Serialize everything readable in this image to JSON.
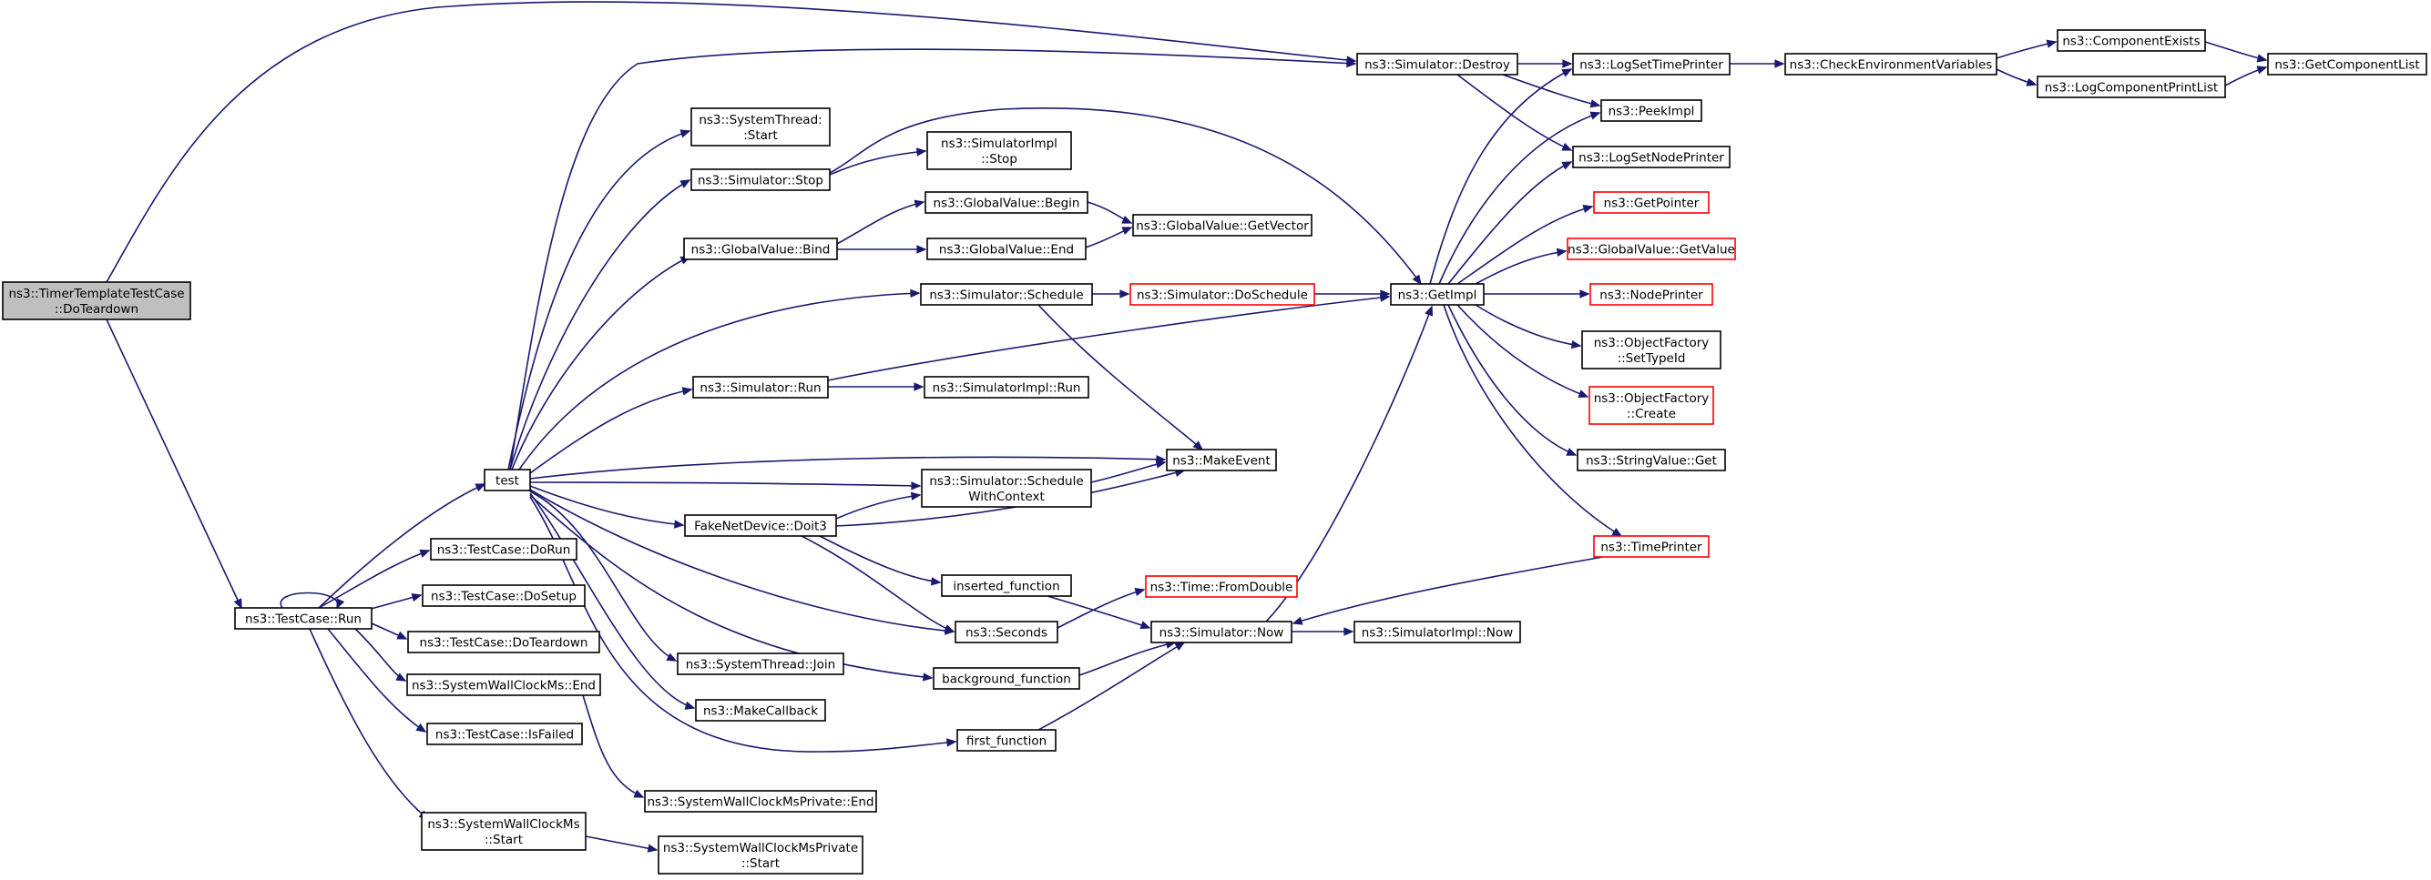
{
  "colors": {
    "edge": "#191970",
    "node_border": "#000000",
    "node_border_truncated": "#ff0000",
    "node_fill": "#ffffff",
    "root_fill": "#bfbfbf",
    "text": "#000000"
  },
  "nodes": [
    {
      "id": "root",
      "lines": [
        "ns3::TimerTemplateTestCase",
        "::DoTeardown"
      ],
      "style": "root"
    },
    {
      "id": "run",
      "lines": [
        "ns3::TestCase::Run"
      ],
      "style": "normal"
    },
    {
      "id": "test",
      "lines": [
        "test"
      ],
      "style": "normal"
    },
    {
      "id": "doRun",
      "lines": [
        "ns3::TestCase::DoRun"
      ],
      "style": "normal"
    },
    {
      "id": "doSetup",
      "lines": [
        "ns3::TestCase::DoSetup"
      ],
      "style": "normal"
    },
    {
      "id": "doTeardown",
      "lines": [
        "ns3::TestCase::DoTeardown"
      ],
      "style": "normal"
    },
    {
      "id": "swcEnd",
      "lines": [
        "ns3::SystemWallClockMs::End"
      ],
      "style": "normal"
    },
    {
      "id": "isFailed",
      "lines": [
        "ns3::TestCase::IsFailed"
      ],
      "style": "normal"
    },
    {
      "id": "swcStart",
      "lines": [
        "ns3::SystemWallClockMs",
        "::Start"
      ],
      "style": "normal"
    },
    {
      "id": "stStart",
      "lines": [
        "ns3::SystemThread:",
        ":Start"
      ],
      "style": "normal"
    },
    {
      "id": "simStop",
      "lines": [
        "ns3::Simulator::Stop"
      ],
      "style": "normal"
    },
    {
      "id": "gvBind",
      "lines": [
        "ns3::GlobalValue::Bind"
      ],
      "style": "normal"
    },
    {
      "id": "simRun",
      "lines": [
        "ns3::Simulator::Run"
      ],
      "style": "normal"
    },
    {
      "id": "fakeDoit3",
      "lines": [
        "FakeNetDevice::Doit3"
      ],
      "style": "normal"
    },
    {
      "id": "stJoin",
      "lines": [
        "ns3::SystemThread::Join"
      ],
      "style": "normal"
    },
    {
      "id": "makeCallback",
      "lines": [
        "ns3::MakeCallback"
      ],
      "style": "normal"
    },
    {
      "id": "swcpEnd",
      "lines": [
        "ns3::SystemWallClockMsPrivate::End"
      ],
      "style": "normal"
    },
    {
      "id": "swcpStart",
      "lines": [
        "ns3::SystemWallClockMsPrivate",
        "::Start"
      ],
      "style": "normal"
    },
    {
      "id": "simImplStop",
      "lines": [
        "ns3::SimulatorImpl",
        "::Stop"
      ],
      "style": "normal"
    },
    {
      "id": "gvBegin",
      "lines": [
        "ns3::GlobalValue::Begin"
      ],
      "style": "normal"
    },
    {
      "id": "gvEnd",
      "lines": [
        "ns3::GlobalValue::End"
      ],
      "style": "normal"
    },
    {
      "id": "simSchedule",
      "lines": [
        "ns3::Simulator::Schedule"
      ],
      "style": "normal"
    },
    {
      "id": "simImplRun",
      "lines": [
        "ns3::SimulatorImpl::Run"
      ],
      "style": "normal"
    },
    {
      "id": "simSchedWC",
      "lines": [
        "ns3::Simulator::Schedule",
        "WithContext"
      ],
      "style": "normal"
    },
    {
      "id": "insertedFn",
      "lines": [
        "inserted_function"
      ],
      "style": "normal"
    },
    {
      "id": "seconds",
      "lines": [
        "ns3::Seconds"
      ],
      "style": "normal"
    },
    {
      "id": "bgFn",
      "lines": [
        "background_function"
      ],
      "style": "normal"
    },
    {
      "id": "firstFn",
      "lines": [
        "first_function"
      ],
      "style": "normal"
    },
    {
      "id": "gvGetVector",
      "lines": [
        "ns3::GlobalValue::GetVector"
      ],
      "style": "normal"
    },
    {
      "id": "simDoSchedule",
      "lines": [
        "ns3::Simulator::DoSchedule"
      ],
      "style": "truncated"
    },
    {
      "id": "makeEvent",
      "lines": [
        "ns3::MakeEvent"
      ],
      "style": "normal"
    },
    {
      "id": "timeFromDouble",
      "lines": [
        "ns3::Time::FromDouble"
      ],
      "style": "truncated"
    },
    {
      "id": "simNow",
      "lines": [
        "ns3::Simulator::Now"
      ],
      "style": "normal"
    },
    {
      "id": "simDestroy",
      "lines": [
        "ns3::Simulator::Destroy"
      ],
      "style": "normal"
    },
    {
      "id": "getImpl",
      "lines": [
        "ns3::GetImpl"
      ],
      "style": "normal"
    },
    {
      "id": "simImplNow",
      "lines": [
        "ns3::SimulatorImpl::Now"
      ],
      "style": "normal"
    },
    {
      "id": "logSetTimePrinter",
      "lines": [
        "ns3::LogSetTimePrinter"
      ],
      "style": "normal"
    },
    {
      "id": "peekImpl",
      "lines": [
        "ns3::PeekImpl"
      ],
      "style": "normal"
    },
    {
      "id": "logSetNodePrinter",
      "lines": [
        "ns3::LogSetNodePrinter"
      ],
      "style": "normal"
    },
    {
      "id": "getPointer",
      "lines": [
        "ns3::GetPointer"
      ],
      "style": "truncated"
    },
    {
      "id": "gvGetValue",
      "lines": [
        "ns3::GlobalValue::GetValue"
      ],
      "style": "truncated"
    },
    {
      "id": "nodePrinter",
      "lines": [
        "ns3::NodePrinter"
      ],
      "style": "truncated"
    },
    {
      "id": "ofSetTypeId",
      "lines": [
        "ns3::ObjectFactory",
        "::SetTypeId"
      ],
      "style": "normal"
    },
    {
      "id": "ofCreate",
      "lines": [
        "ns3::ObjectFactory",
        "::Create"
      ],
      "style": "truncated"
    },
    {
      "id": "stringValueGet",
      "lines": [
        "ns3::StringValue::Get"
      ],
      "style": "normal"
    },
    {
      "id": "timePrinter",
      "lines": [
        "ns3::TimePrinter"
      ],
      "style": "truncated"
    },
    {
      "id": "checkEnvVars",
      "lines": [
        "ns3::CheckEnvironmentVariables"
      ],
      "style": "normal"
    },
    {
      "id": "componentExists",
      "lines": [
        "ns3::ComponentExists"
      ],
      "style": "normal"
    },
    {
      "id": "logCompPrintList",
      "lines": [
        "ns3::LogComponentPrintList"
      ],
      "style": "normal"
    },
    {
      "id": "getComponentList",
      "lines": [
        "ns3::GetComponentList"
      ],
      "style": "normal"
    }
  ],
  "edges": [
    {
      "from": "root",
      "to": "simDestroy"
    },
    {
      "from": "root",
      "to": "run"
    },
    {
      "from": "run",
      "to": "run"
    },
    {
      "from": "run",
      "to": "test"
    },
    {
      "from": "run",
      "to": "doRun"
    },
    {
      "from": "run",
      "to": "doSetup"
    },
    {
      "from": "run",
      "to": "doTeardown"
    },
    {
      "from": "run",
      "to": "swcEnd"
    },
    {
      "from": "run",
      "to": "isFailed"
    },
    {
      "from": "run",
      "to": "swcStart"
    },
    {
      "from": "test",
      "to": "simDestroy"
    },
    {
      "from": "test",
      "to": "stStart"
    },
    {
      "from": "test",
      "to": "simStop"
    },
    {
      "from": "test",
      "to": "gvBind"
    },
    {
      "from": "test",
      "to": "simSchedule"
    },
    {
      "from": "test",
      "to": "simRun"
    },
    {
      "from": "test",
      "to": "makeEvent"
    },
    {
      "from": "test",
      "to": "simSchedWC"
    },
    {
      "from": "test",
      "to": "fakeDoit3"
    },
    {
      "from": "test",
      "to": "seconds"
    },
    {
      "from": "test",
      "to": "stJoin"
    },
    {
      "from": "test",
      "to": "makeCallback"
    },
    {
      "from": "test",
      "to": "bgFn"
    },
    {
      "from": "test",
      "to": "firstFn"
    },
    {
      "from": "swcEnd",
      "to": "swcpEnd"
    },
    {
      "from": "swcStart",
      "to": "swcpStart"
    },
    {
      "from": "simStop",
      "to": "simImplStop"
    },
    {
      "from": "simStop",
      "to": "getImpl"
    },
    {
      "from": "gvBind",
      "to": "gvBegin"
    },
    {
      "from": "gvBind",
      "to": "gvEnd"
    },
    {
      "from": "gvBegin",
      "to": "gvGetVector"
    },
    {
      "from": "gvEnd",
      "to": "gvGetVector"
    },
    {
      "from": "simSchedule",
      "to": "simDoSchedule"
    },
    {
      "from": "simSchedule",
      "to": "makeEvent"
    },
    {
      "from": "simDoSchedule",
      "to": "getImpl"
    },
    {
      "from": "simRun",
      "to": "simImplRun"
    },
    {
      "from": "simRun",
      "to": "getImpl"
    },
    {
      "from": "simSchedWC",
      "to": "makeEvent"
    },
    {
      "from": "fakeDoit3",
      "to": "simSchedWC"
    },
    {
      "from": "fakeDoit3",
      "to": "makeEvent"
    },
    {
      "from": "fakeDoit3",
      "to": "insertedFn"
    },
    {
      "from": "fakeDoit3",
      "to": "seconds"
    },
    {
      "from": "insertedFn",
      "to": "simNow"
    },
    {
      "from": "seconds",
      "to": "timeFromDouble"
    },
    {
      "from": "bgFn",
      "to": "simNow"
    },
    {
      "from": "firstFn",
      "to": "simNow"
    },
    {
      "from": "simNow",
      "to": "getImpl"
    },
    {
      "from": "simNow",
      "to": "simImplNow"
    },
    {
      "from": "timePrinter",
      "to": "simNow"
    },
    {
      "from": "simDestroy",
      "to": "logSetTimePrinter"
    },
    {
      "from": "simDestroy",
      "to": "peekImpl"
    },
    {
      "from": "simDestroy",
      "to": "logSetNodePrinter"
    },
    {
      "from": "getImpl",
      "to": "logSetTimePrinter"
    },
    {
      "from": "getImpl",
      "to": "peekImpl"
    },
    {
      "from": "getImpl",
      "to": "logSetNodePrinter"
    },
    {
      "from": "getImpl",
      "to": "getPointer"
    },
    {
      "from": "getImpl",
      "to": "gvGetValue"
    },
    {
      "from": "getImpl",
      "to": "nodePrinter"
    },
    {
      "from": "getImpl",
      "to": "ofSetTypeId"
    },
    {
      "from": "getImpl",
      "to": "ofCreate"
    },
    {
      "from": "getImpl",
      "to": "stringValueGet"
    },
    {
      "from": "getImpl",
      "to": "timePrinter"
    },
    {
      "from": "logSetTimePrinter",
      "to": "checkEnvVars"
    },
    {
      "from": "checkEnvVars",
      "to": "componentExists"
    },
    {
      "from": "checkEnvVars",
      "to": "logCompPrintList"
    },
    {
      "from": "componentExists",
      "to": "getComponentList"
    },
    {
      "from": "logCompPrintList",
      "to": "getComponentList"
    }
  ]
}
